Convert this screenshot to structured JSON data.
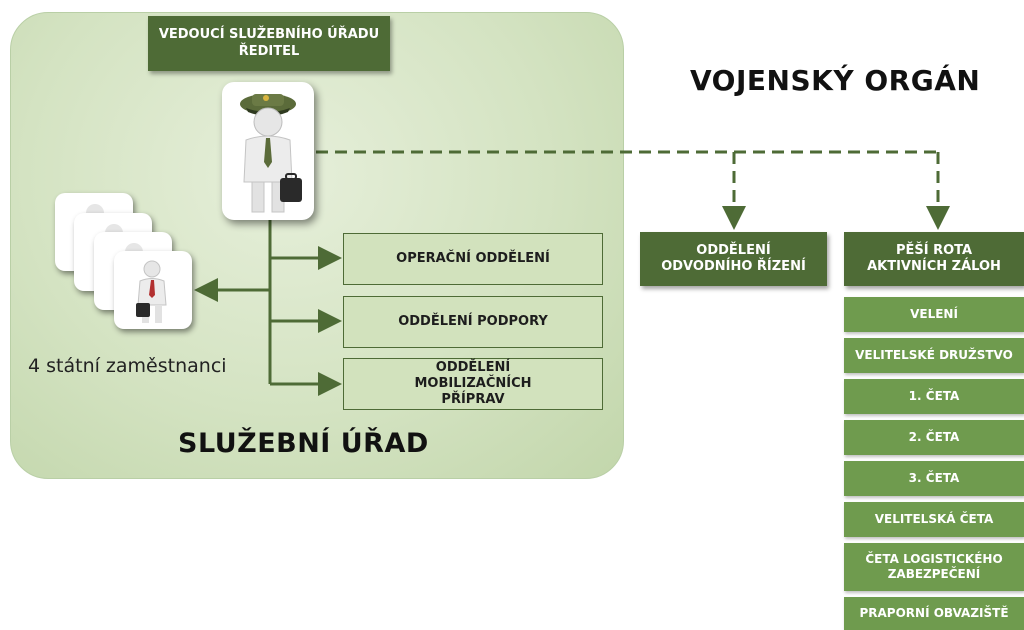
{
  "office": {
    "head": "VEDOUCÍ SLUŽEBNÍHO ÚŘADU",
    "head_sub": "ŘEDITEL",
    "title": "SLUŽEBNÍ ÚŘAD",
    "staff_label": "4 státní zaměstnanci",
    "departments": [
      "OPERAČNÍ ODDĚLENÍ",
      "ODDĚLENÍ PODPORY",
      "ODDĚLENÍ MOBILIZAČNÍCH PŘÍPRAV"
    ]
  },
  "military": {
    "title": "VOJENSKÝ ORGÁN",
    "unit_1": "ODDĚLENÍ ODVODNÍHO ŘÍZENÍ",
    "unit_2": "PĚŠÍ ROTA AKTIVNÍCH ZÁLOH",
    "company_parts": [
      "VELENÍ",
      "VELITELSKÉ DRUŽSTVO",
      "1. ČETA",
      "2. ČETA",
      "3. ČETA",
      "VELITELSKÁ ČETA",
      "ČETA LOGISTICKÉHO ZABEZPEČENÍ",
      "PRAPORNÍ OBVAZIŠTĚ"
    ]
  },
  "icons": [
    "officer-figure-icon",
    "employee-figure-icon"
  ],
  "colors": {
    "dark_green": "#4e6b36",
    "mid_green": "#6f9b4e",
    "panel_green": "#d4e3c2"
  }
}
